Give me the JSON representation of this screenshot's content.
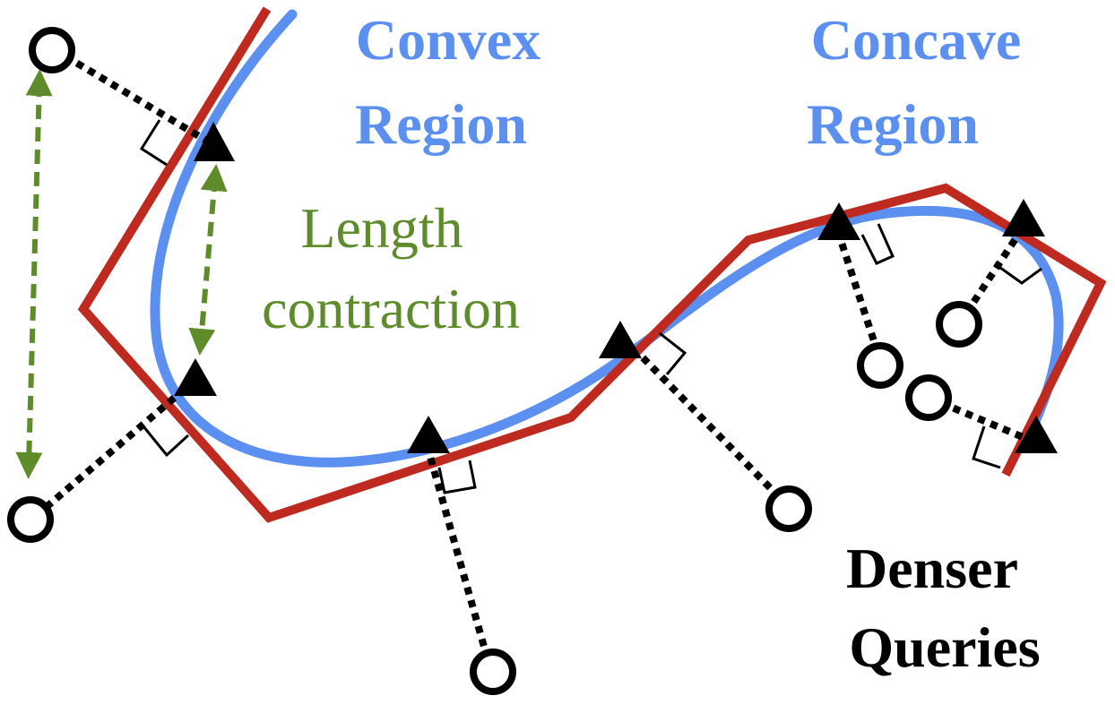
{
  "labels": {
    "convex_line1": "Convex",
    "convex_line2": "Region",
    "concave_line1": "Concave",
    "concave_line2": "Region",
    "length_line1": "Length",
    "length_line2": "contraction",
    "denser_line1": "Denser",
    "denser_line2": "Queries"
  },
  "colors": {
    "curve": "#5b8ff0",
    "polyline": "#bf2a20",
    "annotation": "#5e8c2a",
    "label_blue": "#5b8ff0",
    "marker": "#000000"
  },
  "legend_semantics": {
    "triangle_marker": "triangle-icon",
    "query_marker": "circle-icon"
  }
}
